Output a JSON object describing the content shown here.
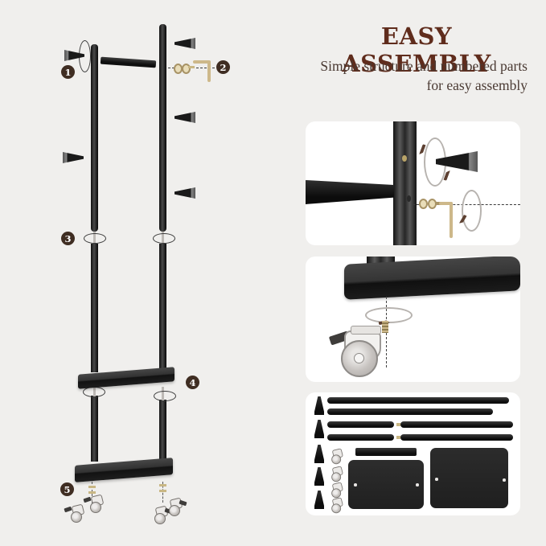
{
  "header": {
    "title": "EASY ASSEMBLY",
    "subtitle_line1": "Simple structure and numbered parts",
    "subtitle_line2": "for easy assembly"
  },
  "diagram": {
    "step_badges": [
      "1",
      "2",
      "3",
      "4",
      "5"
    ],
    "structure": {
      "poles": 2,
      "pole_joints": 4,
      "hooks_on_left_pole": 2,
      "hooks_on_right_pole": 3,
      "hanging_rod": 1,
      "shelves": 2,
      "casters": 4
    }
  },
  "panels": {
    "top": "hook-and-rod-assembly-closeup",
    "middle": "caster-screw-in-closeup",
    "bottom": "parts-kit-layout"
  },
  "parts_kit": {
    "hooks": 5,
    "casters": 4,
    "long_poles": 2,
    "half_poles": 4,
    "hanging_rod": 1,
    "shelf_boards": 2
  },
  "icons": {
    "hook": "cone-wall-hook",
    "caster": "swivel-caster-wheel",
    "allen_key": "l-shaped-hex-key",
    "screw": "bolt-with-washers",
    "rotation": "screw-rotation-ellipse"
  },
  "colors": {
    "background": "#f0efed",
    "panel": "#ffffff",
    "title": "#5f2c1c",
    "subtitle": "#4a3a33",
    "badge": "#3f2d22",
    "metal": "#1a1a1a",
    "brass": "#c9b784",
    "arrow_brown": "#5d4031"
  }
}
